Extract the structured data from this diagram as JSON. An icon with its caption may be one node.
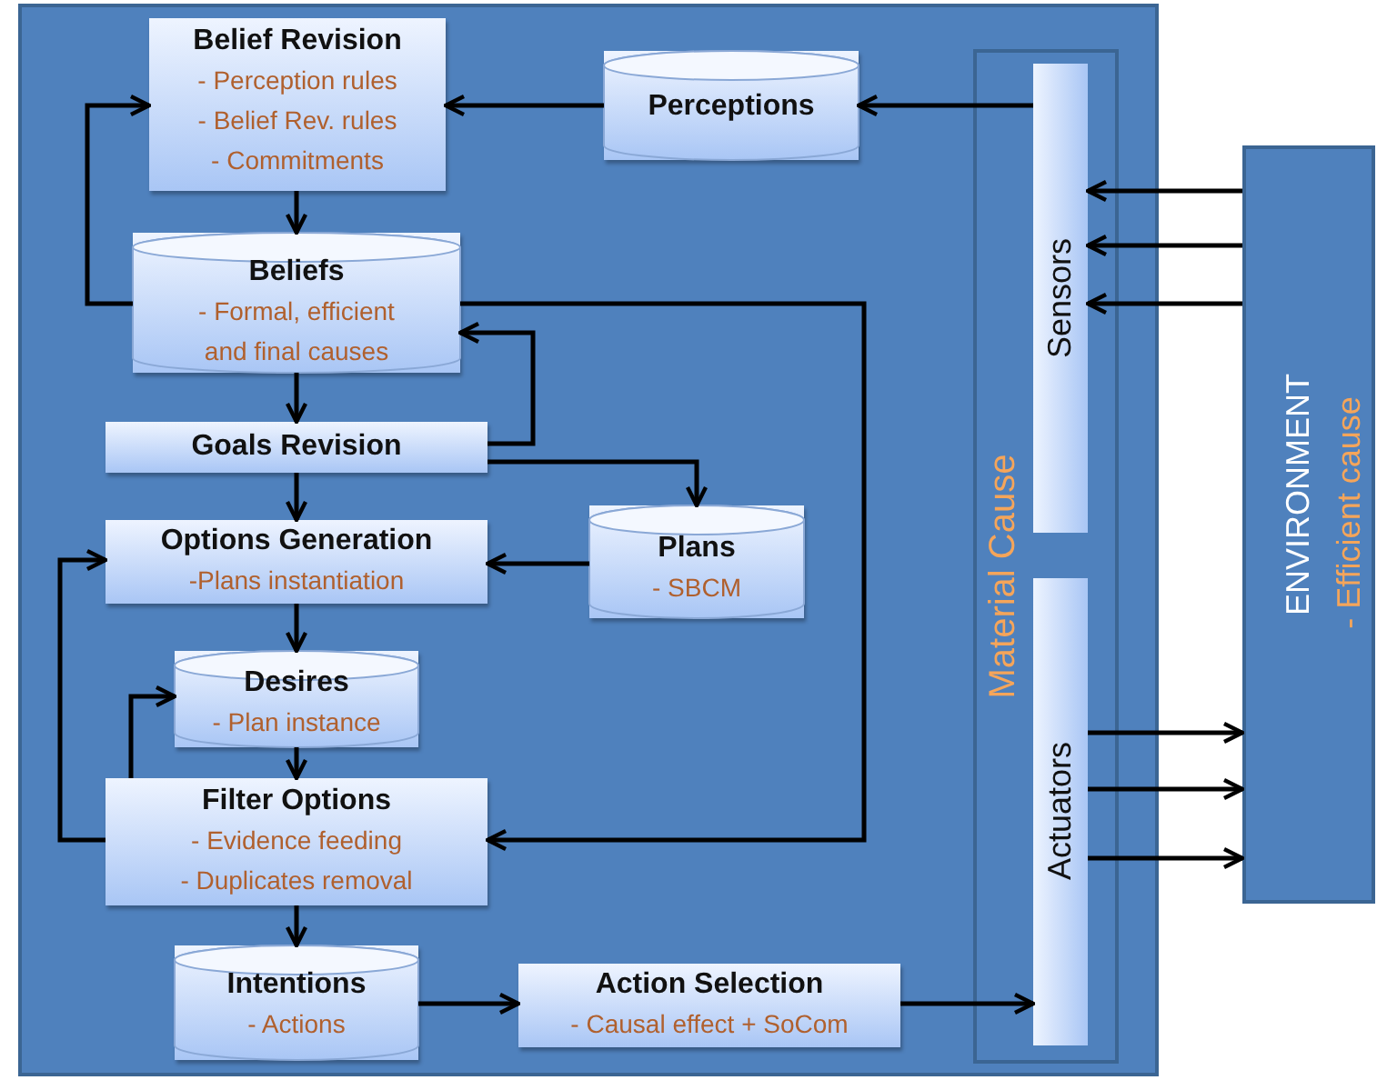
{
  "diagram": {
    "nodes": [
      {
        "text": [],
        "shape": "box"
      },
      {
        "text": [
          "Belief Revision",
          "- Perception rules",
          "- Belief Rev. rules",
          "- Commitments"
        ],
        "in": 0
      },
      {
        "text": [
          "Perceptions"
        ],
        "in": 0
      },
      {
        "text": [
          "Beliefs",
          "- Formal, efficient and final causes"
        ],
        "in": 0
      },
      {
        "text": [
          "Goals Revision"
        ],
        "in": 0
      },
      {
        "text": [
          "Options Generation",
          "-Plans instantiation"
        ],
        "in": 0
      },
      {
        "text": [
          "Plans",
          "- SBCM"
        ],
        "in": 0
      },
      {
        "text": [
          "Desires",
          "- Plan instance"
        ],
        "in": 0
      },
      {
        "text": [
          "Filter Options",
          "- Evidence feeding",
          "- Duplicates removal"
        ],
        "in": 0
      },
      {
        "text": [
          "Intentions",
          "- Actions"
        ],
        "in": 0
      },
      {
        "text": [
          "Action Selection",
          "- Causal effect + SoCom"
        ],
        "in": 0
      },
      {
        "text": [
          "Material Cause"
        ],
        "in": 0
      },
      {
        "text": [
          "Sensors"
        ],
        "in": 11
      },
      {
        "text": [
          "Actuators"
        ],
        "in": 11
      },
      {
        "text": [
          "ENVIRONMENT",
          "- Efficient cause"
        ]
      }
    ],
    "edges": [
      {
        "from": 2,
        "to": 1,
        "arrow": "to"
      },
      {
        "from": 12,
        "to": 2,
        "arrow": "to"
      },
      {
        "from": 1,
        "to": 3,
        "arrow": "to"
      },
      {
        "from": 3,
        "to": 1,
        "arrow": "to"
      },
      {
        "from": 3,
        "to": 4,
        "arrow": "to"
      },
      {
        "from": 4,
        "to": 3,
        "arrow": "to"
      },
      {
        "from": 4,
        "to": 6,
        "arrow": "to"
      },
      {
        "from": 4,
        "to": 5,
        "arrow": "to"
      },
      {
        "from": 6,
        "to": 5,
        "arrow": "to"
      },
      {
        "from": 5,
        "to": 7,
        "arrow": "to"
      },
      {
        "from": 8,
        "to": 5,
        "arrow": "to"
      },
      {
        "from": 8,
        "to": 7,
        "arrow": "to"
      },
      {
        "from": 7,
        "to": 8,
        "arrow": "to"
      },
      {
        "from": 3,
        "to": 8,
        "arrow": "to"
      },
      {
        "from": 8,
        "to": 9,
        "arrow": "to"
      },
      {
        "from": 9,
        "to": 10,
        "arrow": "to"
      },
      {
        "from": 10,
        "to": 13,
        "arrow": "to"
      },
      {
        "from": 14,
        "to": 12,
        "arrow": "to"
      },
      {
        "from": 14,
        "to": 12,
        "arrow": "to"
      },
      {
        "from": 14,
        "to": 12,
        "arrow": "to"
      },
      {
        "from": 13,
        "to": 14,
        "arrow": "to"
      },
      {
        "from": 13,
        "to": 14,
        "arrow": "to"
      },
      {
        "from": 13,
        "to": 14,
        "arrow": "to"
      }
    ]
  }
}
